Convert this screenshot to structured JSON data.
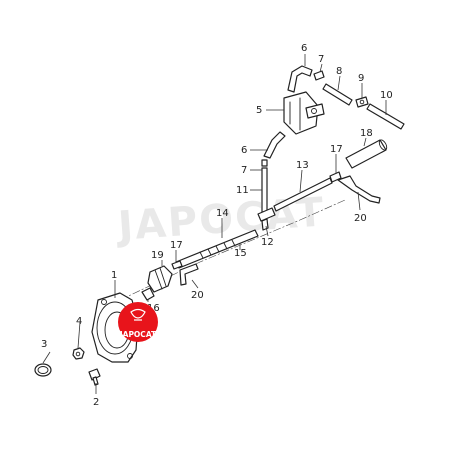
{
  "callouts": {
    "c1": "1",
    "c2": "2",
    "c3": "3",
    "c4": "4",
    "c5": "5",
    "c6a": "6",
    "c6b": "6",
    "c7a": "7",
    "c7b": "7",
    "c8": "8",
    "c9": "9",
    "c10": "10",
    "c11": "11",
    "c12": "12",
    "c13": "13",
    "c14": "14",
    "c15": "15",
    "c16": "16",
    "c17a": "17",
    "c17b": "17",
    "c18": "18",
    "c19": "19",
    "c20a": "20",
    "c20b": "20"
  },
  "watermark": {
    "text": "JAPOCAT",
    "badge_text": "JAPOCAT",
    "badge_color": "#e8141b",
    "text_color": "#d8d8d8"
  }
}
